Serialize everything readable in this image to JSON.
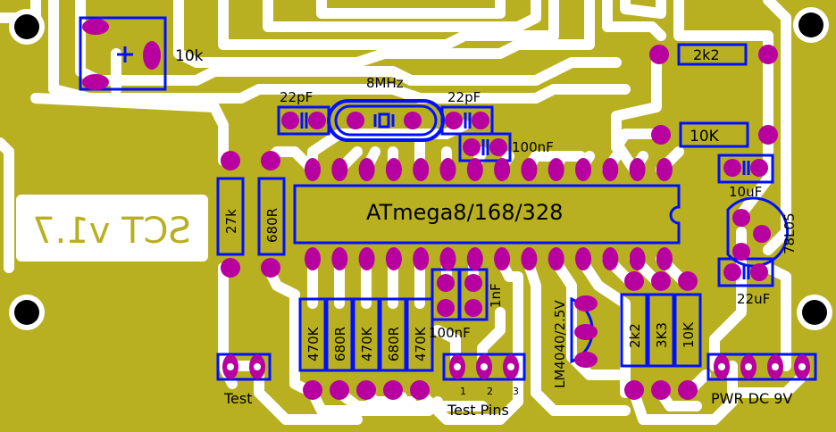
{
  "board": {
    "trace_color": "#ffffff",
    "bg_color": "#b8b020",
    "pad_color": "#b800a0",
    "outline_color": "#0010ff",
    "copper_label_color": "#ffffff"
  },
  "labels": {
    "pot": "10k",
    "crystal": "8MHz",
    "cap1": "22pF",
    "cap2": "22pF",
    "cap3": "100nF",
    "r_2k2_top": "2k2",
    "r_10k_top": "10K",
    "c_10uf": "10uF",
    "reg": "78L05",
    "c_22uf": "22uF",
    "mcu": "ATmega8/168/328",
    "version": "SCT v1.7",
    "r_27k": "27k",
    "r_680r_a": "680R",
    "r1": "470K",
    "r2": "680R",
    "r3": "470K",
    "r4": "680R",
    "r5": "470K",
    "c_100nf_b": "100nF",
    "c_1nf": "1nF",
    "lm4040": "LM4040/2.5V",
    "r_2k2_b": "2k2",
    "r_3k3": "3K3",
    "r_10k_b": "10K",
    "test": "Test",
    "test_pins": "Test Pins",
    "pin1": "1",
    "pin2": "2",
    "pin3": "3",
    "pwr": "PWR DC 9V"
  }
}
